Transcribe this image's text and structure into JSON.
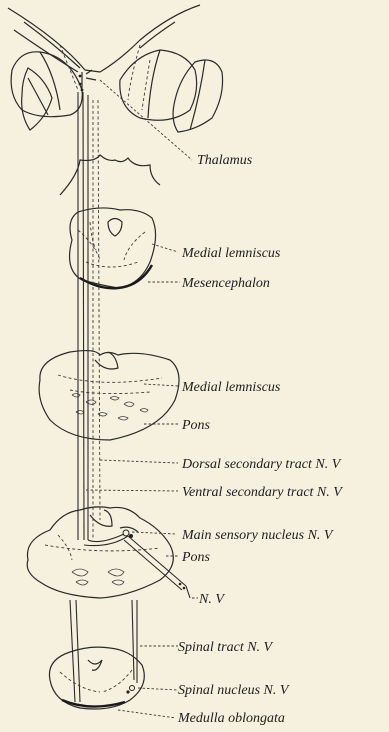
{
  "labels": {
    "thalamus": "Thalamus",
    "medial_lemniscus_mes": "Medial lemniscus",
    "mesencephalon": "Mesencephalon",
    "medial_lemniscus_pons": "Medial lemniscus",
    "pons_upper": "Pons",
    "dorsal_tract": "Dorsal secondary tract N. V",
    "ventral_tract": "Ventral secondary tract N. V",
    "main_sensory": "Main sensory nucleus N. V",
    "pons_lower": "Pons",
    "nerve_v": "N. V",
    "spinal_tract": "Spinal tract N. V",
    "spinal_nucleus": "Spinal nucleus N. V",
    "medulla": "Medulla oblongata"
  },
  "colors": {
    "background": "#f6f1de",
    "ink": "#2a2a2a"
  }
}
